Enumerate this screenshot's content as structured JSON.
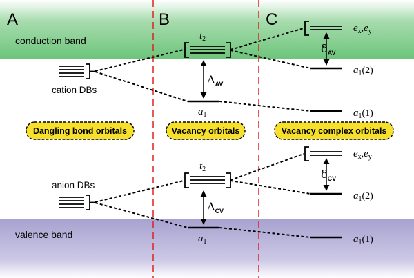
{
  "panels": {
    "a": "A",
    "b": "B",
    "c": "C"
  },
  "bands": {
    "conduction": "conduction band",
    "valence": "valence band"
  },
  "dangling_bonds": {
    "cation": "cation DBs",
    "anion": "anion DBs"
  },
  "badges": {
    "dangling": "Dangling bond orbitals",
    "vacancy": "Vacancy orbitals",
    "complex": "Vacancy complex orbitals"
  },
  "levels": {
    "t": "t",
    "t_sub": "2",
    "a": "a",
    "a_sub": "1",
    "e_x": "e",
    "e_x_sub": "x",
    "comma": ",",
    "e_y": "e",
    "e_y_sub": "y",
    "paren_1": "(1)",
    "paren_2": "(2)"
  },
  "splittings": {
    "delta": "Δ",
    "delta_small": "δ",
    "sub_av": "AV",
    "sub_cv": "CV"
  },
  "colors": {
    "conduction_band": "#7ccc86",
    "valence_band": "#b5b0d6",
    "badge_fill": "#f7e02b",
    "divider": "#e02020"
  }
}
